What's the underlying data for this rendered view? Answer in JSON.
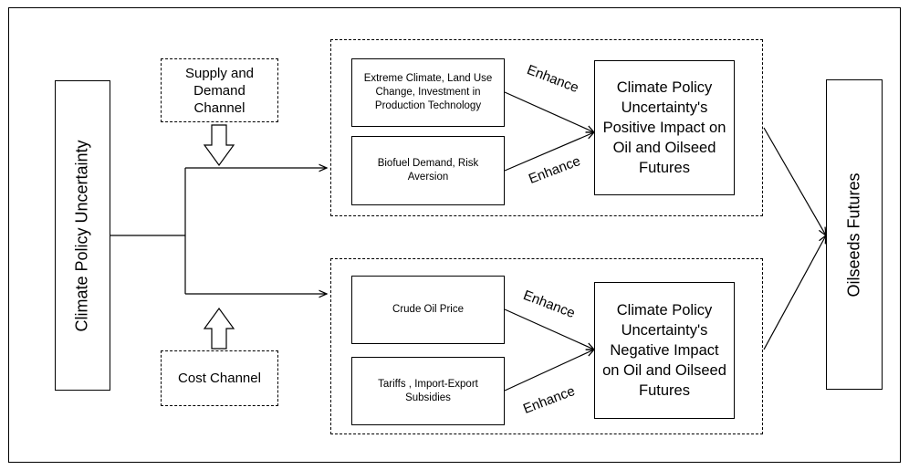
{
  "left_box": {
    "label": "Climate Policy Uncertainty"
  },
  "right_box": {
    "label": "Oilseeds Futures"
  },
  "channels": {
    "supply_demand": "Supply and Demand Channel",
    "cost": "Cost Channel"
  },
  "factors": {
    "extreme_climate": "Extreme Climate, Land Use Change, Investment in Production Technology",
    "biofuel": "Biofuel Demand, Risk Aversion",
    "crude_oil": "Crude Oil Price",
    "tariffs": "Tariffs , Import-Export Subsidies"
  },
  "impacts": {
    "positive": "Climate Policy Uncertainty's Positive Impact on Oil and Oilseed Futures",
    "negative": "Climate Policy Uncertainty's Negative Impact on Oil and Oilseed Futures"
  },
  "edge_labels": {
    "enhance_1": "Enhance",
    "enhance_2": "Enhance",
    "enhance_3": "Enhance",
    "enhance_4": "Enhance"
  }
}
